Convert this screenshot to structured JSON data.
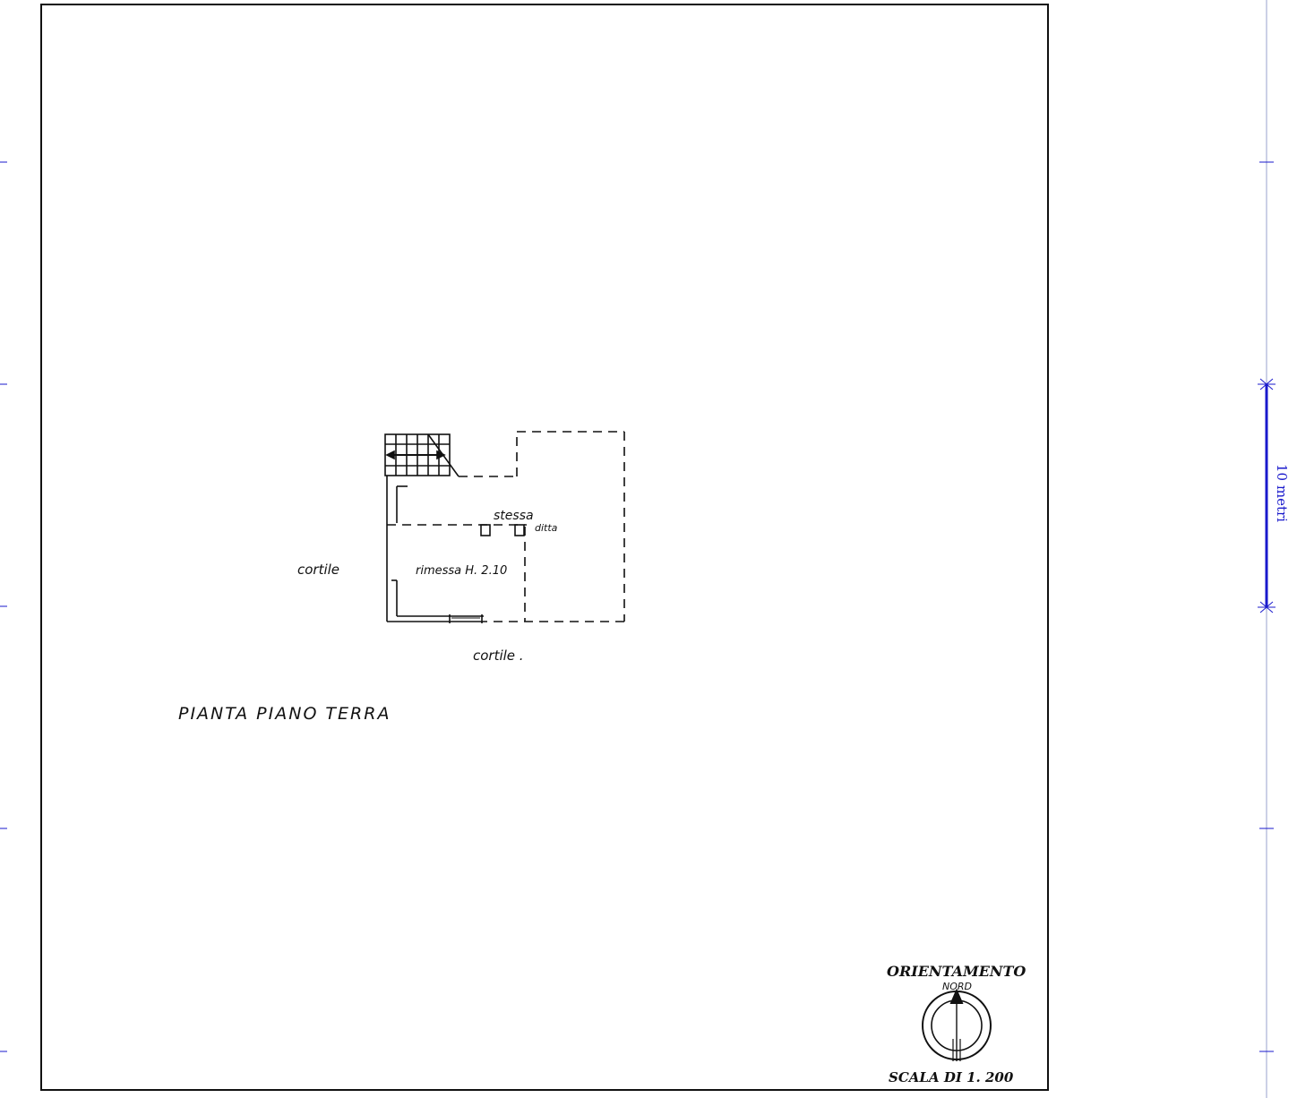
{
  "plan": {
    "title": "PIANTA PIANO TERRA",
    "rooms": {
      "rimessa": "rimessa H. 2.10",
      "stessa_line1": "stessa",
      "stessa_line2": "ditta"
    },
    "surroundings": {
      "cortile_left": "cortile",
      "cortile_bottom": "cortile ."
    }
  },
  "compass": {
    "heading": "ORIENTAMENTO",
    "north_label": "NORD"
  },
  "scale": {
    "label": "SCALA DI 1. 200",
    "bar_label": "10 metri"
  },
  "margin": {
    "bar_color": "#1a1acc"
  }
}
